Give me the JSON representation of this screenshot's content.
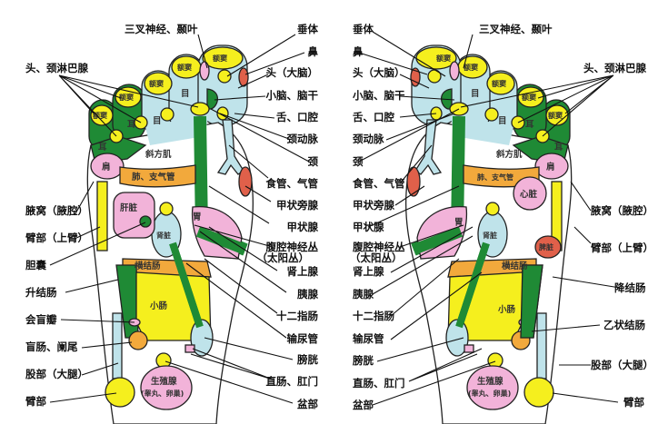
{
  "colors": {
    "yellow": "#f5ef1e",
    "light_blue": "#bfe3ea",
    "green": "#1f8a35",
    "pink": "#f2b3d9",
    "orange": "#f2a93c",
    "red": "#e0604a",
    "outline": "#222222"
  },
  "left_foot": {
    "top_label": "三叉神经、颞叶",
    "outer_labels": [
      "头、颈淋巴腺",
      "腋窝（腋腔）",
      "臂部（上臂）",
      "胆囊",
      "升结肠",
      "会盲瓣",
      "盲肠、阑尾",
      "股部（大腿）",
      "臂部"
    ],
    "inner_labels": [
      "垂体",
      "鼻",
      "头（大脑）",
      "小脑、脑干",
      "舌、口腔",
      "颈动脉",
      "颈",
      "食管、气管",
      "甲状旁腺",
      "甲状腺",
      "腹腔神经丛",
      "（太阳丛）",
      "肾上腺",
      "胰腺",
      "十二指肠",
      "输尿管",
      "膀胱",
      "直肠、肛门",
      "盆部"
    ],
    "regions": {
      "sinus": "额窦",
      "eye": "目",
      "ear": "耳",
      "trapezius": "斜方肌",
      "shoulder": "肩",
      "lung": "肺、支气管",
      "liver": "肝脏",
      "kidney": "肾脏",
      "stomach": "胃",
      "transverse_colon": "横结肠",
      "small_intestine": "小肠",
      "gonad": "生殖腺",
      "gonad_sub": "(睾丸、卵巢)"
    }
  },
  "right_foot": {
    "top_label": "三叉神经、颞叶",
    "outer_labels": [
      "头、颈淋巴腺",
      "腋窝（腋腔）",
      "臂部（上臂）",
      "降结肠",
      "乙状结肠",
      "股部（大腿）",
      "臂部"
    ],
    "inner_labels": [
      "垂体",
      "鼻",
      "头（大脑）",
      "小脑、脑干",
      "舌、口腔",
      "颈动脉",
      "颈",
      "食管、气管",
      "甲状旁腺",
      "甲状腺",
      "腹腔神经丛",
      "（太阳丛）",
      "肾上腺",
      "胰腺",
      "十二指肠",
      "输尿管",
      "膀胱",
      "直肠、肛门",
      "盆部"
    ],
    "regions": {
      "sinus": "额窦",
      "eye": "目",
      "ear": "耳",
      "trapezius": "斜方肌",
      "shoulder": "肩",
      "lung": "肺、支气管",
      "heart": "心脏",
      "kidney": "肾脏",
      "stomach": "胃",
      "spleen": "脾脏",
      "transverse_colon": "横结肠",
      "small_intestine": "小肠",
      "gonad": "生殖腺",
      "gonad_sub": "(睾丸、卵巢)"
    }
  }
}
